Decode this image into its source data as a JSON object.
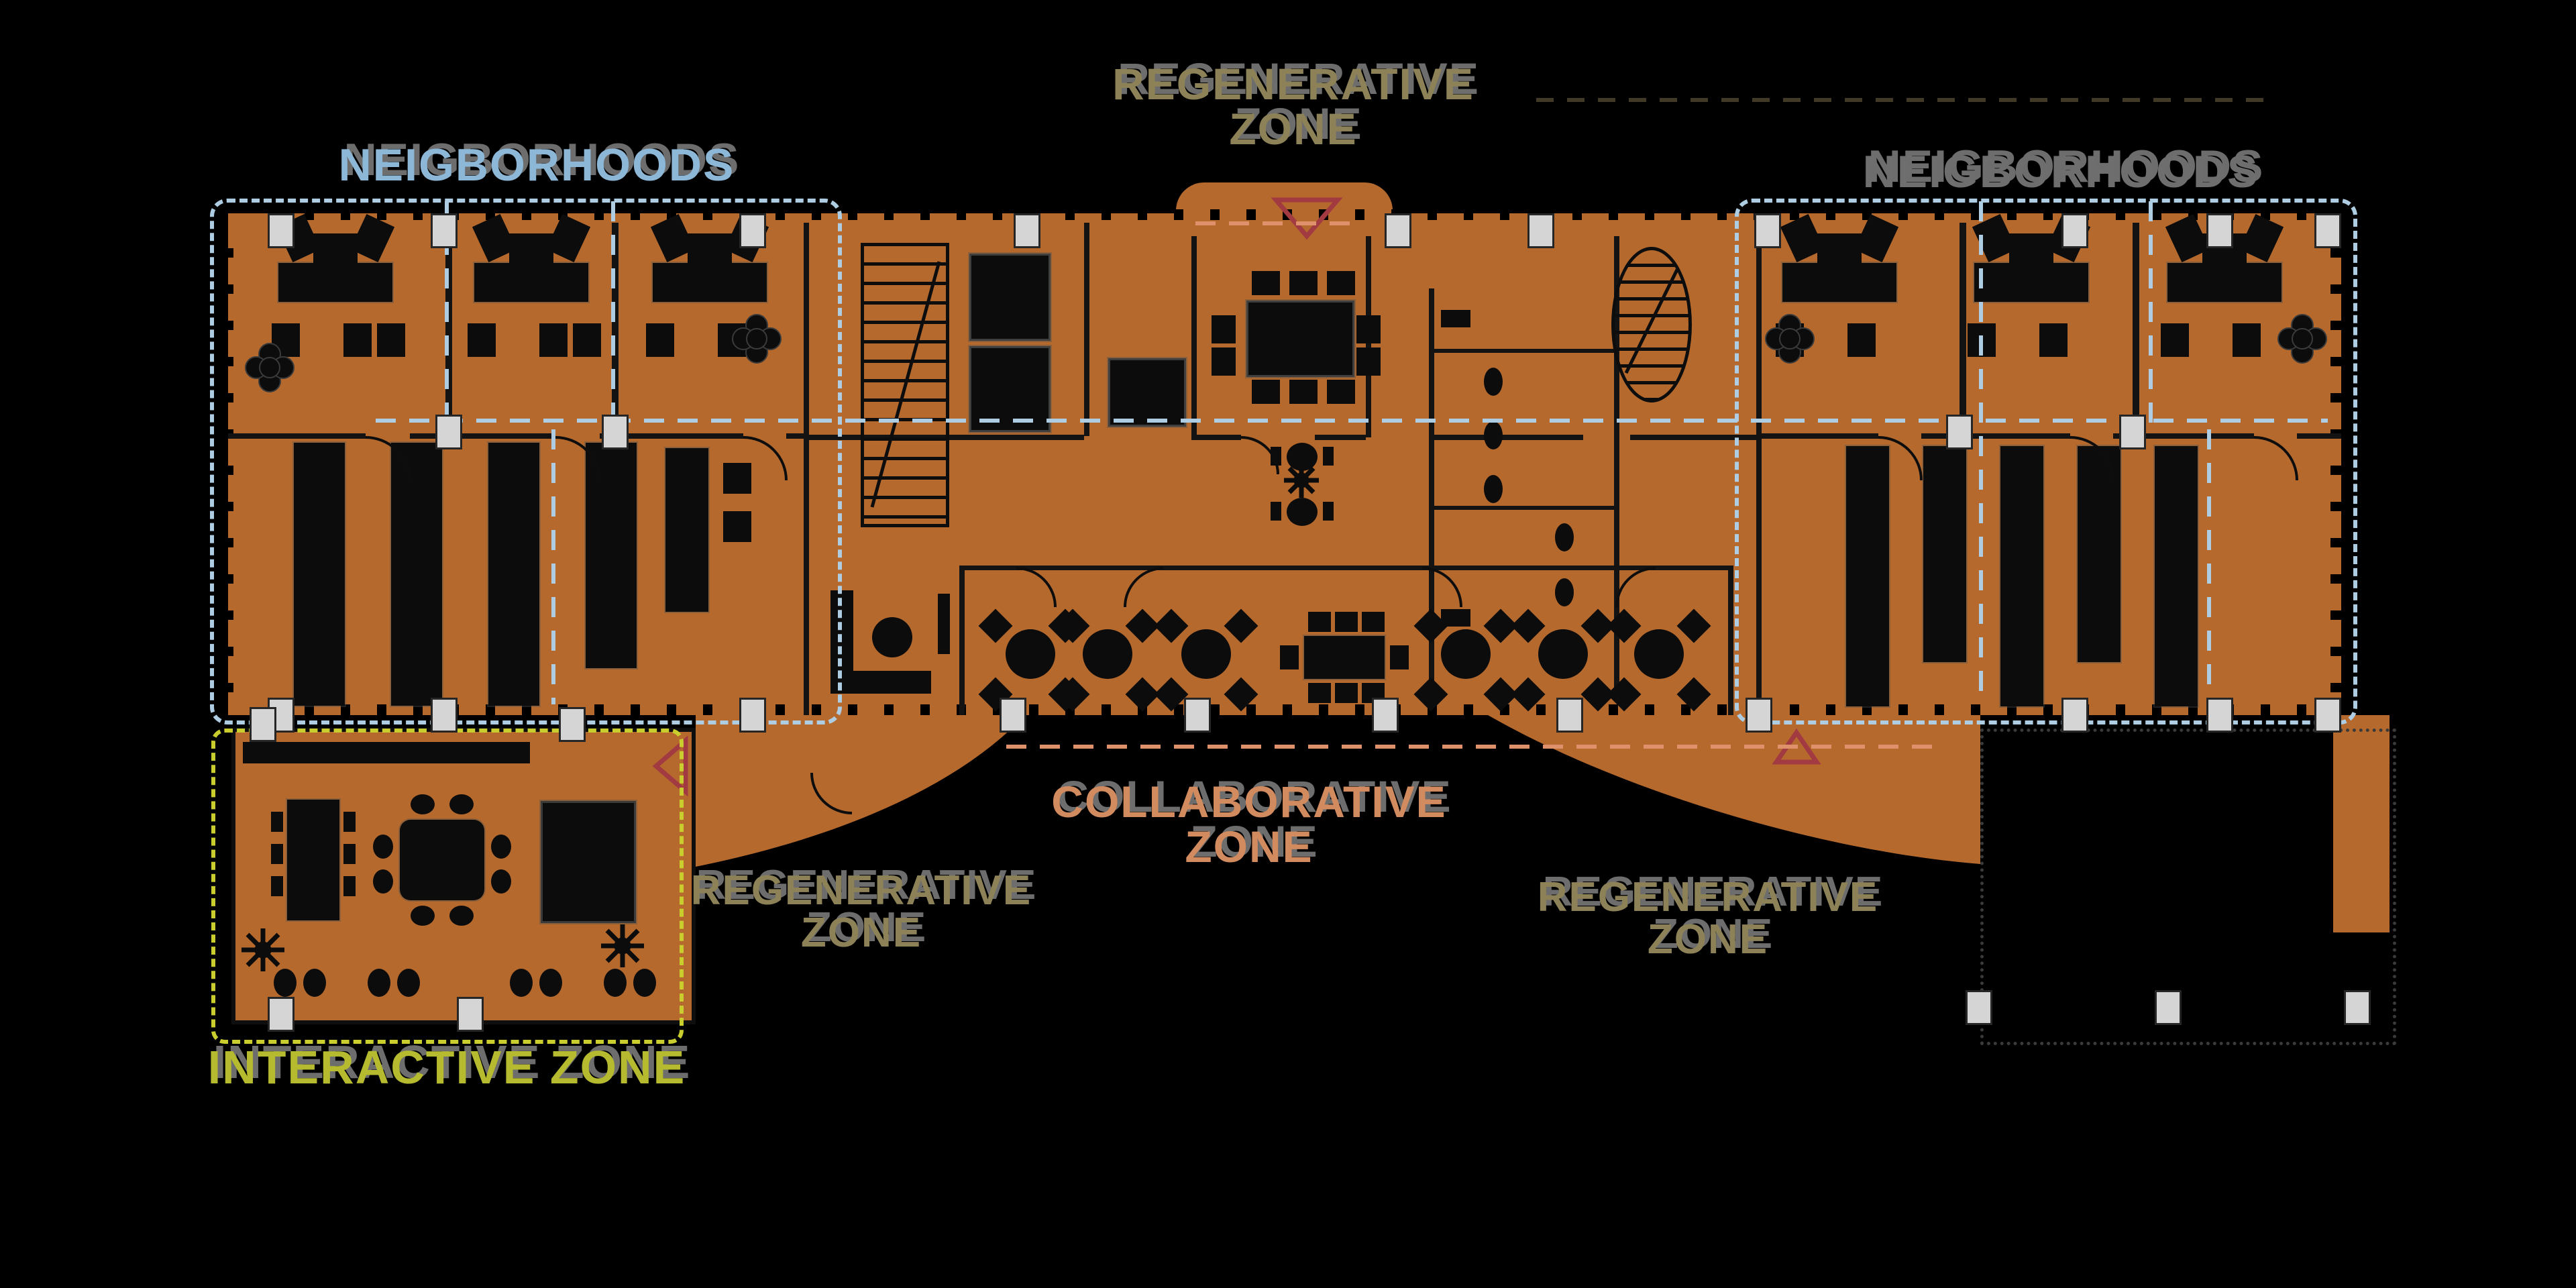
{
  "plan": {
    "type": "office floor plan zoning diagram",
    "background_color": "#000000",
    "floor_color": "#b5692d",
    "furniture_color": "#0c0c0c",
    "column_color": "#d5d5d5",
    "marker_triangle_color": "#a23a42"
  },
  "labels": {
    "regenerative_top": {
      "line1": "REGENERATIVE",
      "line2": "ZONE",
      "color": "#8d8157"
    },
    "neighborhoods_left": {
      "text": "NEIGBORHOODS",
      "color": "#8db7d6"
    },
    "neighborhoods_right": {
      "text": "NEIGBORHOODS",
      "color": "#6e6e6e"
    },
    "collaborative": {
      "line1": "COLLABORATIVE",
      "line2": "ZONE",
      "color": "#d28a5f"
    },
    "regenerative_left": {
      "line1": "REGENERATIVE",
      "line2": "ZONE",
      "color": "#8d8157"
    },
    "regenerative_right": {
      "line1": "REGENERATIVE",
      "line2": "ZONE",
      "color": "#8d8157"
    },
    "interactive": {
      "text": "INTERACTIVE ZONE",
      "color": "#b6ba2f"
    }
  },
  "zone_borders": {
    "neighborhoods_dash": "#aecde2",
    "interactive_dash": "#c9cd2d",
    "collaborative_dash": "#df916b",
    "regenerative_dash": "#8d8157",
    "terrace_dots": "#3a3a3a"
  }
}
